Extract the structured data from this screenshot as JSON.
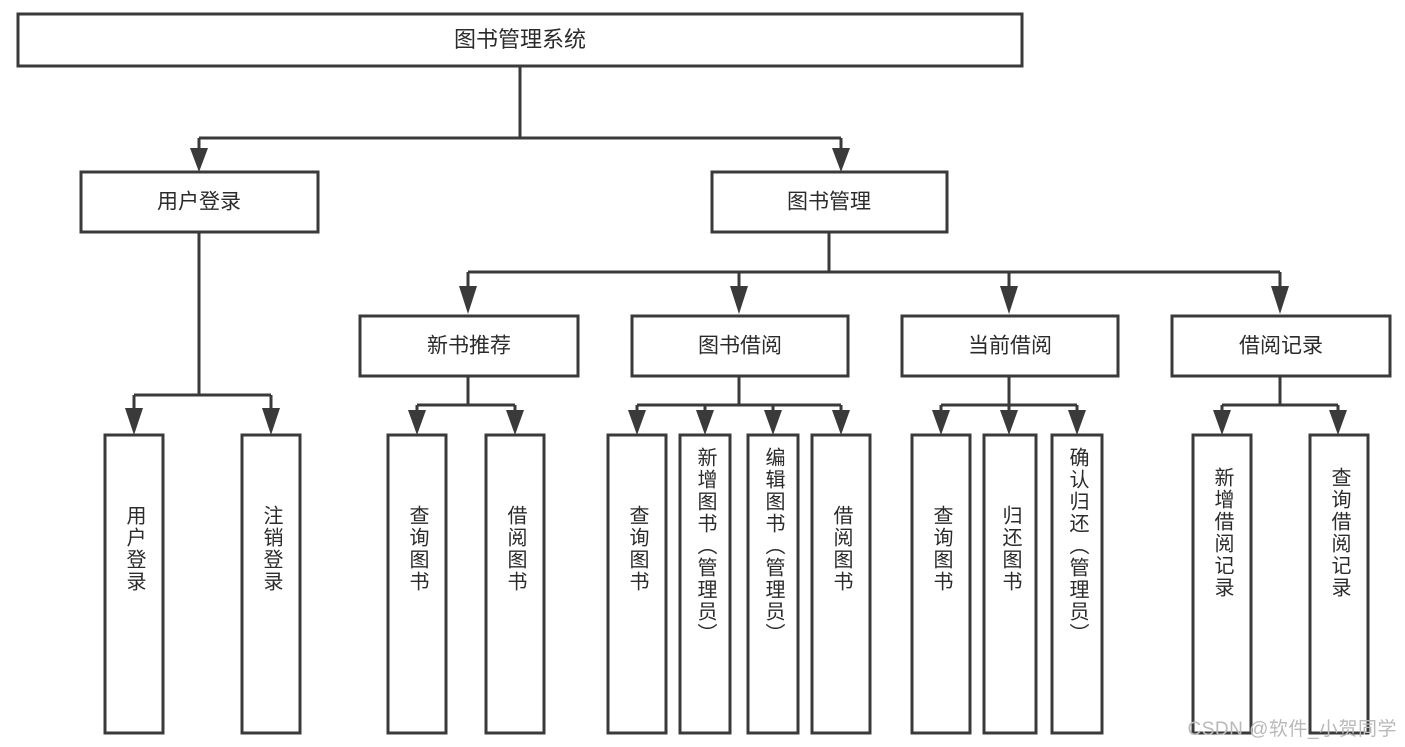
{
  "diagram": {
    "type": "tree-hierarchy-flowchart",
    "title": "图书管理系统",
    "orientation": "top-down",
    "watermark": "CSDN @软件_小贺同学",
    "colors": {
      "stroke": "#3a3a3a",
      "fill": "#ffffff",
      "text": "#2b2b2b",
      "watermark": "#b9b9b9",
      "background": "#ffffff"
    },
    "root": {
      "id": "root",
      "label": "图书管理系统"
    },
    "level1": [
      {
        "id": "user-login",
        "label": "用户登录"
      },
      {
        "id": "book-manage",
        "label": "图书管理"
      }
    ],
    "level2": [
      {
        "id": "new-book-recommend",
        "label": "新书推荐",
        "parent": "book-manage"
      },
      {
        "id": "book-borrow",
        "label": "图书借阅",
        "parent": "book-manage"
      },
      {
        "id": "current-borrow",
        "label": "当前借阅",
        "parent": "book-manage"
      },
      {
        "id": "borrow-record",
        "label": "借阅记录",
        "parent": "book-manage"
      }
    ],
    "leaves": {
      "user-login": [
        {
          "id": "leaf-user-login",
          "label": "用户登录"
        },
        {
          "id": "leaf-logout",
          "label": "注销登录"
        }
      ],
      "new-book-recommend": [
        {
          "id": "leaf-query-book-1",
          "label": "查询图书"
        },
        {
          "id": "leaf-borrow-book-1",
          "label": "借阅图书"
        }
      ],
      "book-borrow": [
        {
          "id": "leaf-query-book-2",
          "label": "查询图书"
        },
        {
          "id": "leaf-add-book",
          "label": "新增图书（管理员）"
        },
        {
          "id": "leaf-edit-book",
          "label": "编辑图书（管理员）"
        },
        {
          "id": "leaf-borrow-book-2",
          "label": "借阅图书"
        }
      ],
      "current-borrow": [
        {
          "id": "leaf-query-book-3",
          "label": "查询图书"
        },
        {
          "id": "leaf-return-book",
          "label": "归还图书"
        },
        {
          "id": "leaf-confirm-return",
          "label": "确认归还（管理员）"
        }
      ],
      "borrow-record": [
        {
          "id": "leaf-add-record",
          "label": "新增借阅记录"
        },
        {
          "id": "leaf-query-record",
          "label": "查询借阅记录"
        }
      ]
    },
    "all_leaf_labels_in_order": [
      "用户登录",
      "注销登录",
      "查询图书",
      "借阅图书",
      "查询图书",
      "新增图书（管理员）",
      "编辑图书（管理员）",
      "借阅图书",
      "查询图书",
      "归还图书",
      "确认归还（管理员）",
      "新增借阅记录",
      "查询借阅记录"
    ]
  }
}
